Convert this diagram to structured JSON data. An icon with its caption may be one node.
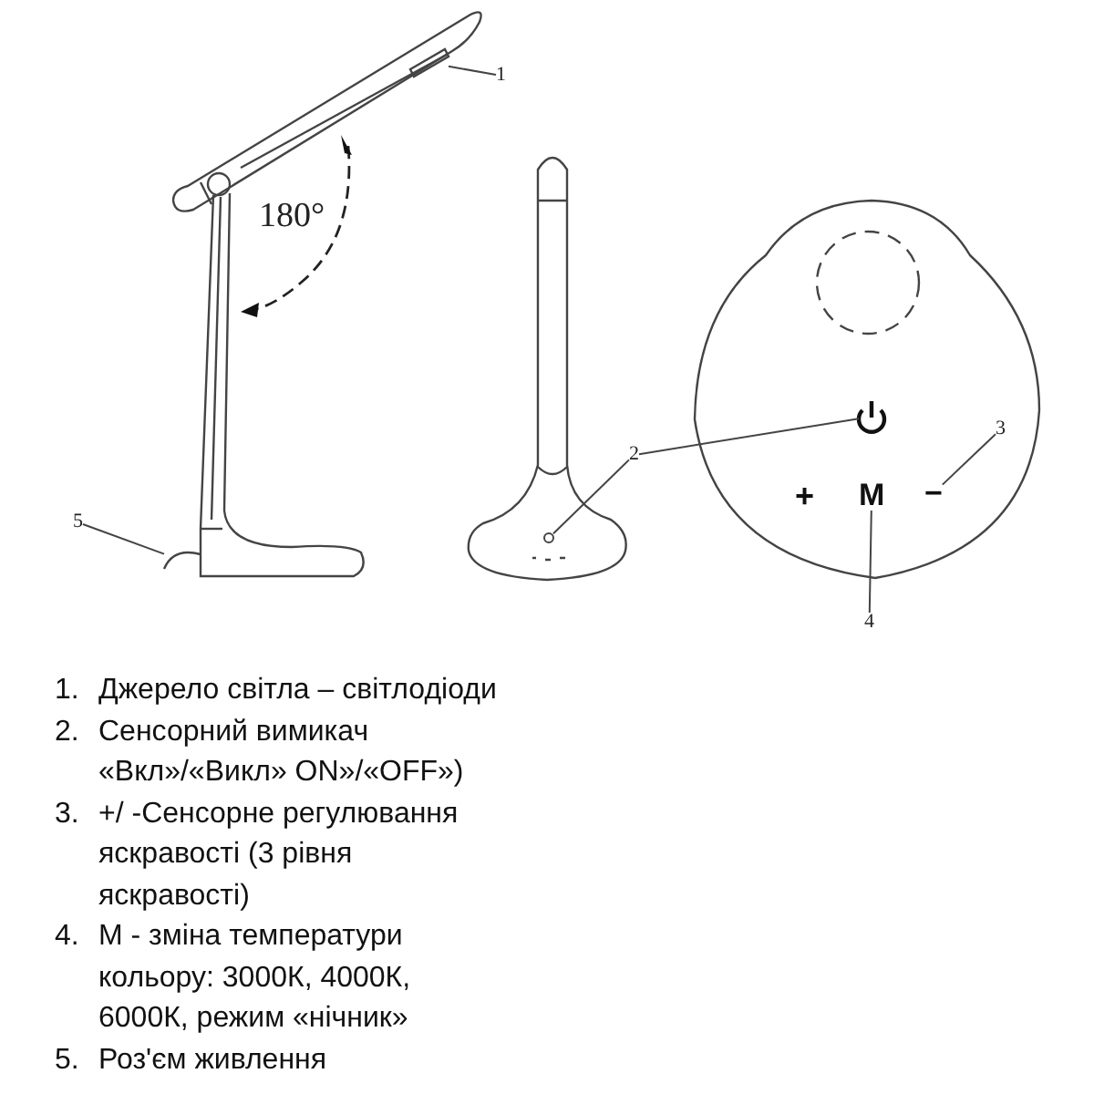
{
  "diagram": {
    "nodes": [
      {
        "text": [
          "1"
        ]
      },
      {
        "text": [],
        "shape": "picture"
      },
      {
        "text": [
          "5"
        ]
      },
      {
        "text": [],
        "shape": "picture"
      },
      {
        "text": [
          "2"
        ]
      },
      {
        "text": [],
        "shape": "circle"
      },
      {
        "text": [],
        "shape": "picture"
      },
      {
        "text": [
          "3"
        ]
      },
      {
        "text": [
          "−"
        ]
      },
      {
        "text": [
          "M"
        ]
      },
      {
        "text": [
          "4"
        ]
      }
    ],
    "edges": [
      {
        "from": 0,
        "to": 1,
        "arrow": "none"
      },
      {
        "from": 2,
        "to": 3,
        "arrow": "none"
      },
      {
        "from": 4,
        "to": 5,
        "arrow": "none"
      },
      {
        "from": 4,
        "to": 6,
        "arrow": "none"
      },
      {
        "from": 7,
        "to": 8,
        "arrow": "none"
      },
      {
        "from": 10,
        "to": 9,
        "arrow": "none"
      }
    ],
    "labels": [
      "180°",
      "+",
      "1.",
      "Джерело світла – світлодіоди",
      "2.",
      "Сенсорний вимикач «Вкл»/«Викл» ON»/«OFF»)",
      "3.",
      "+/ -Сенсорне регулювання яскравості (3 рівня яскравості)",
      "4.",
      "М - зміна температури кольору: 3000К, 4000К, 6000К, режим «нічник»",
      "5.",
      "Роз'єм живлення"
    ]
  }
}
